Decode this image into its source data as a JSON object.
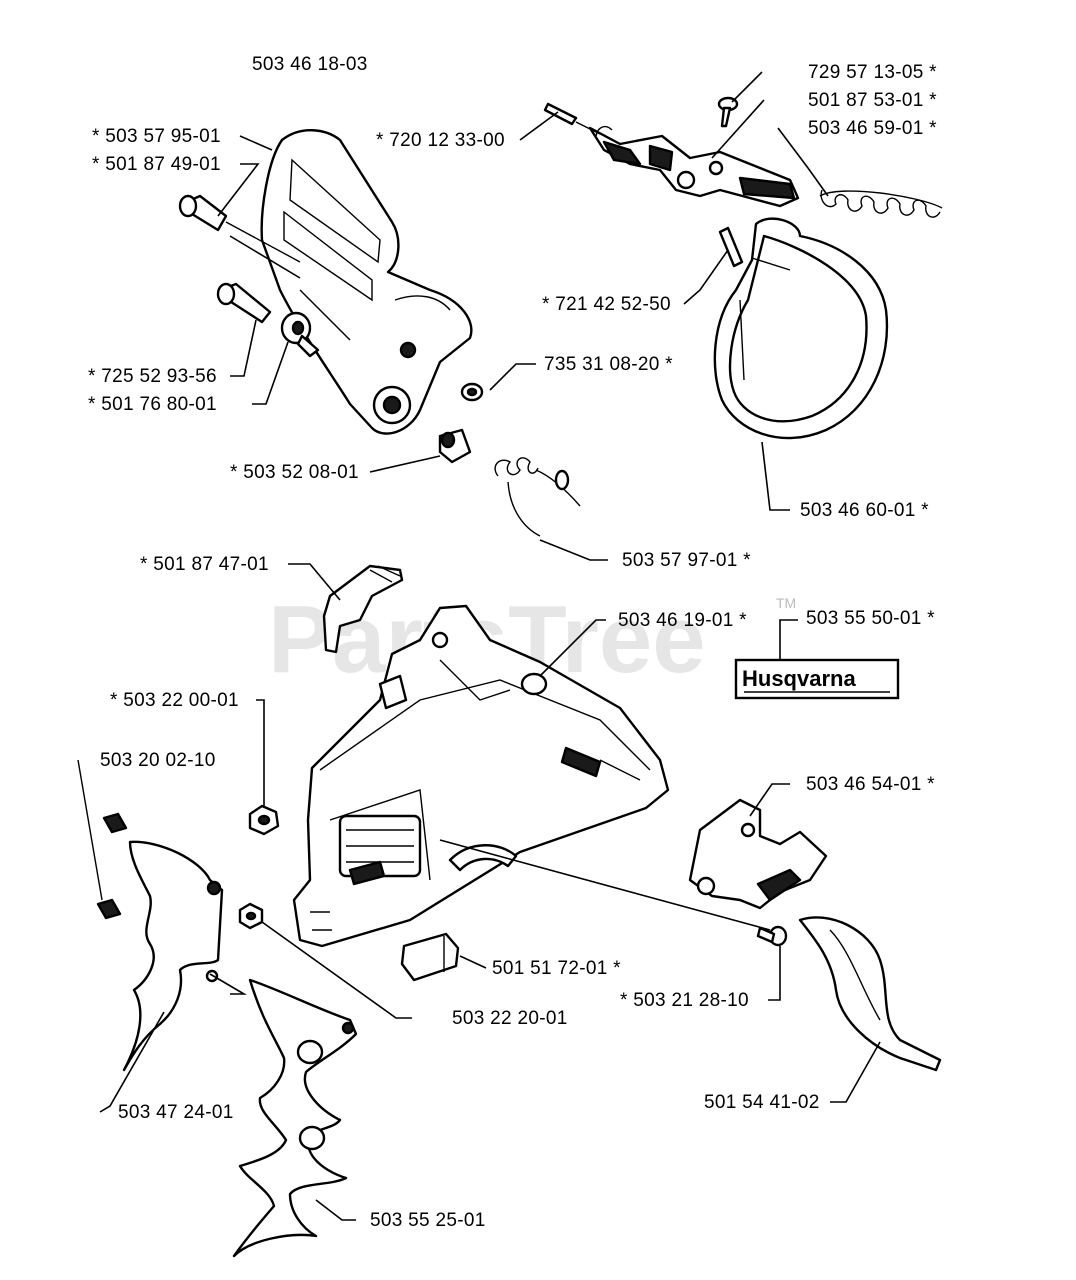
{
  "watermark": "PartsTree",
  "trademark": "TM",
  "decal_text": "Husqvarna",
  "parts": [
    {
      "id": "p0",
      "number": "503 46 18-03",
      "starred": false
    },
    {
      "id": "p1",
      "number": "729 57 13-05",
      "starred": true
    },
    {
      "id": "p2",
      "number": "501 87 53-01",
      "starred": true
    },
    {
      "id": "p3",
      "number": "503 46 59-01",
      "starred": true
    },
    {
      "id": "p4",
      "number": "503 57 95-01",
      "starred": true
    },
    {
      "id": "p5",
      "number": "501 87 49-01",
      "starred": true
    },
    {
      "id": "p6",
      "number": "720 12 33-00",
      "starred": true
    },
    {
      "id": "p7",
      "number": "721 42 52-50",
      "starred": true
    },
    {
      "id": "p8",
      "number": "735 31 08-20",
      "starred": true
    },
    {
      "id": "p9",
      "number": "725 52 93-56",
      "starred": true
    },
    {
      "id": "p10",
      "number": "501 76 80-01",
      "starred": true
    },
    {
      "id": "p11",
      "number": "503 52 08-01",
      "starred": true
    },
    {
      "id": "p12",
      "number": "503 46 60-01",
      "starred": true
    },
    {
      "id": "p13",
      "number": "503 57 97-01",
      "starred": true
    },
    {
      "id": "p14",
      "number": "501 87 47-01",
      "starred": true
    },
    {
      "id": "p15",
      "number": "503 46 19-01",
      "starred": true
    },
    {
      "id": "p16",
      "number": "503 55 50-01",
      "starred": true
    },
    {
      "id": "p17",
      "number": "503 22 00-01",
      "starred": true
    },
    {
      "id": "p18",
      "number": "503 20 02-10",
      "starred": false
    },
    {
      "id": "p19",
      "number": "503 46 54-01",
      "starred": true
    },
    {
      "id": "p20",
      "number": "501 51 72-01",
      "starred": true
    },
    {
      "id": "p21",
      "number": "503 22 20-01",
      "starred": false
    },
    {
      "id": "p22",
      "number": "503 21 28-10",
      "starred": true
    },
    {
      "id": "p23",
      "number": "503 47 24-01",
      "starred": false
    },
    {
      "id": "p24",
      "number": "501 54 41-02",
      "starred": false
    },
    {
      "id": "p25",
      "number": "503 55 25-01",
      "starred": false
    }
  ]
}
